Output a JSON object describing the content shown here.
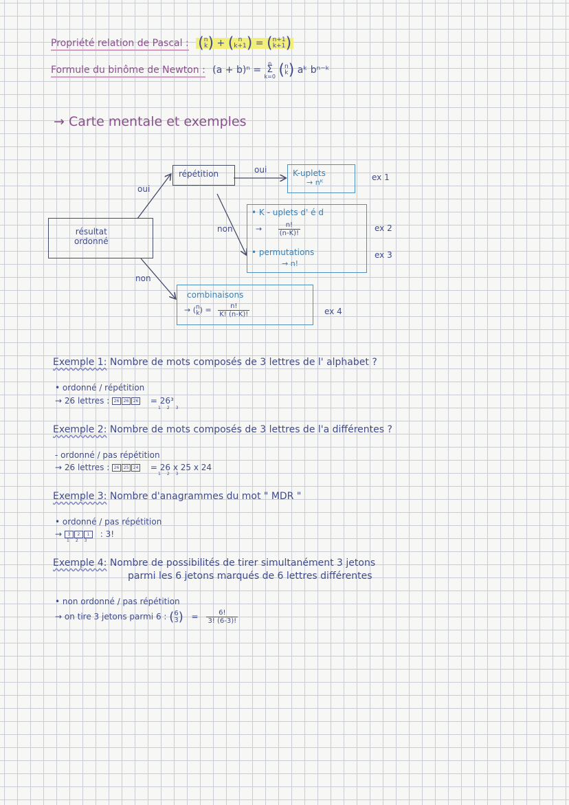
{
  "header": {
    "pascal_label": "Propriété relation de Pascal :",
    "pascal_formula": {
      "a_top": "n",
      "a_bot": "k",
      "b_top": "n",
      "b_bot": "k+1",
      "c_top": "n+1",
      "c_bot": "k+1"
    },
    "newton_label": "Formule du binôme de Newton :",
    "newton_lhs": "(a + b)ⁿ =",
    "newton_sum_top": "n",
    "newton_sum_bot": "k=0",
    "newton_binom_top": "n",
    "newton_binom_bot": "k",
    "newton_rest": "aᵏ bⁿ⁻ᵏ"
  },
  "section_title": "→ Carte mentale et exemples",
  "mindmap": {
    "root": {
      "line1": "résultat",
      "line2": "ordonné"
    },
    "label_oui_1": "oui",
    "label_non_1": "non",
    "repetition": "répétition",
    "label_oui_2": "oui",
    "label_non_2": "non",
    "kuplets": {
      "title": "K-uplets",
      "formula": "→ nᴷ"
    },
    "kuplets_distinct": {
      "title": "• K - uplets d' é d",
      "arrow": "→",
      "num": "n!",
      "den": "(n-K)!"
    },
    "permutations": {
      "title": "• permutations",
      "formula": "→ n!"
    },
    "combinaisons": {
      "title": "combinaisons",
      "lhs": "→ (",
      "b_top": "n",
      "b_bot": "k",
      "rhs": ") =",
      "num": "n!",
      "den": "K! (n-K)!"
    },
    "ex1": "ex 1",
    "ex2": "ex 2",
    "ex3": "ex 3",
    "ex4": "ex 4"
  },
  "examples": [
    {
      "title": "Exemple 1:",
      "question": "Nombre de mots composés de 3 lettres de l' alphabet ?",
      "line1": "• ordonné / répétition",
      "line2_prefix": "→ 26 lettres :",
      "boxes": [
        "26",
        "26",
        "26"
      ],
      "indices": [
        "1",
        "2",
        "3"
      ],
      "result": "= 26³"
    },
    {
      "title": "Exemple 2:",
      "question": "Nombre de mots composés de 3 lettres de l'a différentes ?",
      "line1": "- ordonné / pas répétition",
      "line2_prefix": "→ 26 lettres :",
      "boxes": [
        "26",
        "25",
        "24"
      ],
      "indices": [
        "1",
        "2",
        "3"
      ],
      "result": "= 26 x 25 x 24"
    },
    {
      "title": "Exemple 3:",
      "question": "Nombre d'anagrammes du mot \" MDR \"",
      "line1": "• ordonné / pas répétition",
      "line2_prefix": "→",
      "boxes": [
        "3",
        "2",
        "1"
      ],
      "indices": [
        "1",
        "2",
        "3"
      ],
      "result": ": 3!"
    },
    {
      "title": "Exemple 4:",
      "question": "Nombre de possibilités de tirer simultanément 3 jetons",
      "question2": "parmi les 6 jetons marqués de 6 lettres différentes",
      "line1": "• non ordonné / pas répétition",
      "line2_prefix": "→ on tire 3 jetons parmi 6 :",
      "b_top": "6",
      "b_bot": "3",
      "eq": "=",
      "num": "6!",
      "den": "3! (6-3)!"
    }
  ]
}
